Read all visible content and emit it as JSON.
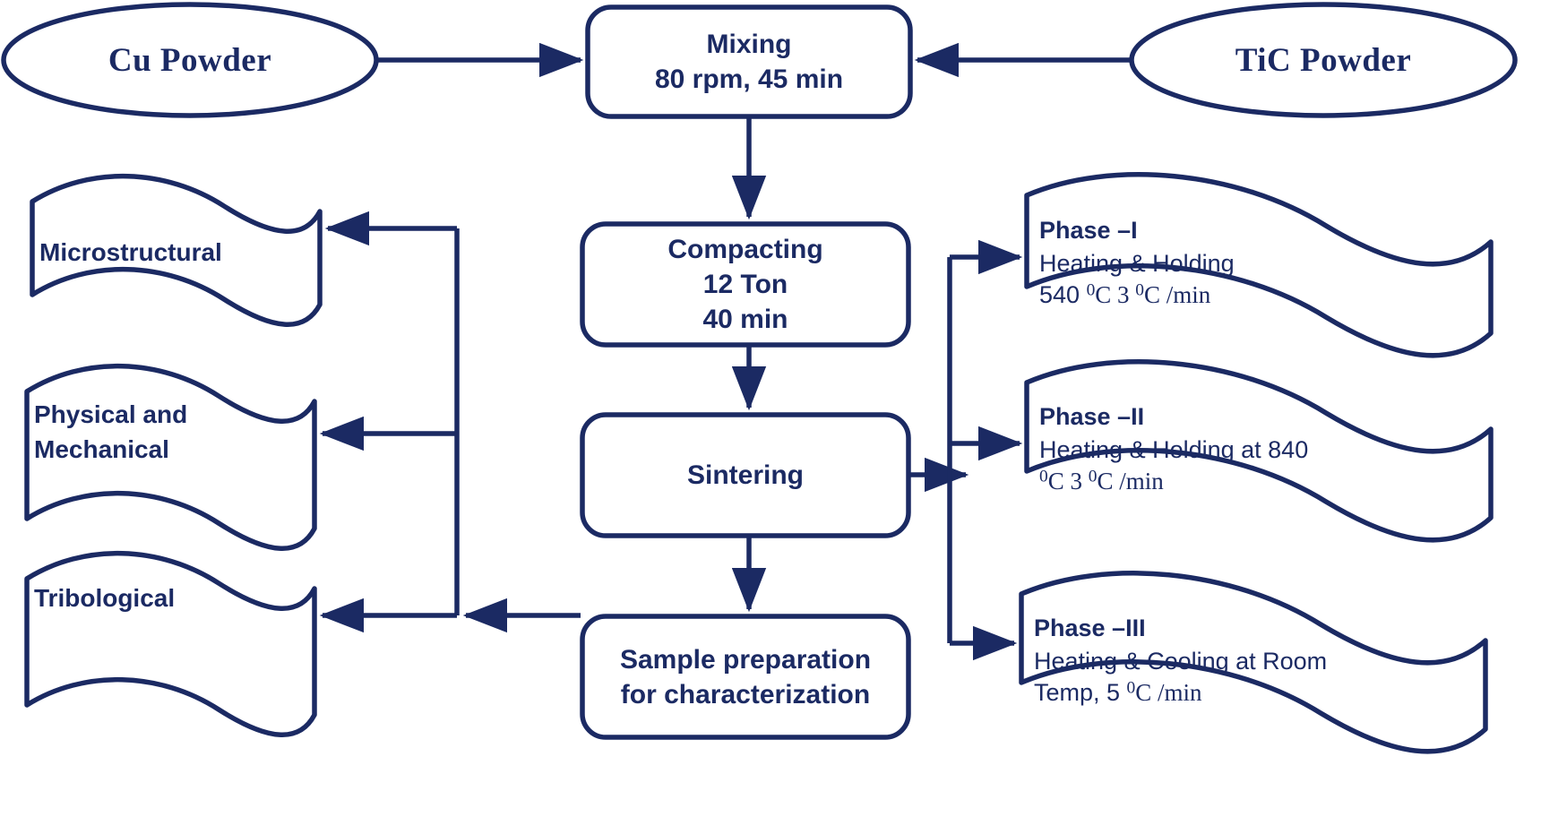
{
  "diagram": {
    "title": "Cu-TiC powder metallurgy processing flowchart",
    "colors": {
      "stroke": "#1b2a63",
      "text": "#1b2a63",
      "background": "#ffffff"
    }
  },
  "inputs": [
    {
      "id": "cu-powder",
      "label": "Cu Powder"
    },
    {
      "id": "tic-powder",
      "label": "TiC Powder"
    }
  ],
  "process": {
    "mixing": {
      "line1": "Mixing",
      "line2": "80 rpm, 45 min"
    },
    "compacting": {
      "line1": "Compacting",
      "line2": "12 Ton",
      "line3": "40 min"
    },
    "sintering": {
      "line1": "Sintering"
    },
    "sample_prep": {
      "line1": "Sample preparation",
      "line2": "for characterization"
    }
  },
  "characterization": [
    {
      "id": "microstructural",
      "label": "Microstructural"
    },
    {
      "id": "physical-mechanical",
      "line1": "Physical and",
      "line2": "Mechanical"
    },
    {
      "id": "tribological",
      "label": "Tribological"
    }
  ],
  "phases": [
    {
      "id": "phase-1",
      "title": "Phase –I",
      "line1": "Heating & Holding",
      "line2_pre": "540 ",
      "line2_deg1": "0",
      "line2_mid": "C  3 ",
      "line2_deg2": "0",
      "line2_post": "C /min"
    },
    {
      "id": "phase-2",
      "title": "Phase –II",
      "line1": "Heating & Holding at 840",
      "line2_pre": "",
      "line2_deg1": "0",
      "line2_mid": "C  3 ",
      "line2_deg2": "0",
      "line2_post": "C /min"
    },
    {
      "id": "phase-3",
      "title": "Phase –III",
      "line1": "Heating & Cooling at Room",
      "line2_pre": "Temp, 5 ",
      "line2_deg1": "0",
      "line2_mid": "",
      "line2_deg2": "",
      "line2_post": "C /min"
    }
  ]
}
